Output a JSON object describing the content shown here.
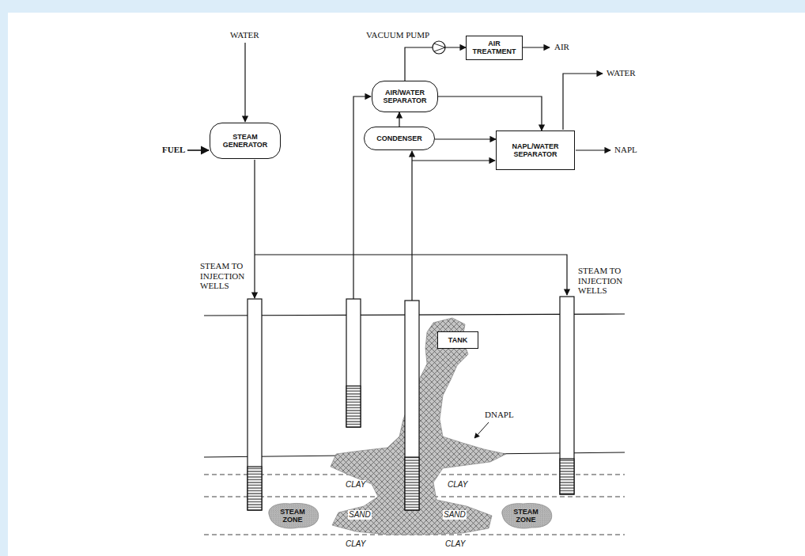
{
  "diagram": {
    "nodes": [
      {
        "text": [
          "AIR TREATMENT"
        ]
      },
      {
        "text": [
          "AIR/WATER SEPARATOR"
        ]
      },
      {
        "text": [
          "CONDENSER"
        ]
      },
      {
        "text": [
          "STEAM GENERATOR"
        ]
      },
      {
        "text": [
          "NAPL/WATER SEPARATOR"
        ]
      },
      {
        "text": [
          "TANK"
        ]
      },
      {
        "text": [
          "STEAM ZONE"
        ]
      },
      {
        "text": [
          "STEAM ZONE"
        ]
      }
    ],
    "edges": [
      {
        "from": 1,
        "to": 0,
        "arrow": "to"
      },
      {
        "from": 1,
        "to": 4,
        "arrow": "to"
      },
      {
        "from": 2,
        "to": 4,
        "arrow": "to"
      },
      {
        "from": 2,
        "to": 1,
        "arrow": "to"
      }
    ],
    "labels": [
      "WATER",
      "VACUUM PUMP",
      "AIR",
      "WATER",
      "NAPL",
      "FUEL",
      "STEAM TO INJECTION WELLS",
      "STEAM TO INJECTION WELLS",
      "DNAPL",
      "CLAY",
      "CLAY",
      "SAND",
      "SAND",
      "CLAY",
      "CLAY"
    ]
  }
}
